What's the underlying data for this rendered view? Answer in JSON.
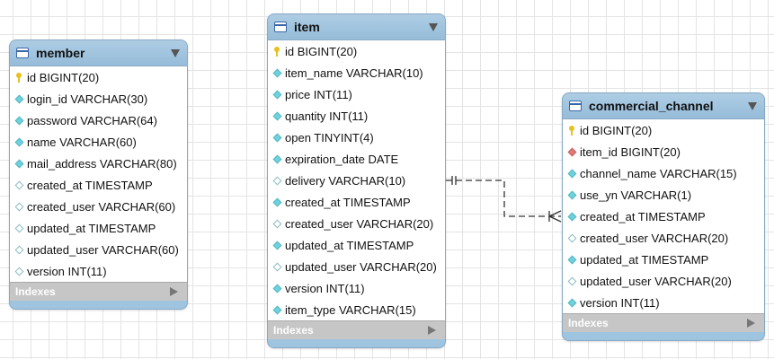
{
  "tables": {
    "member": {
      "name": "member",
      "footer": "Indexes",
      "columns": [
        {
          "text": "id BIGINT(20)",
          "icon": "primary-key-icon"
        },
        {
          "text": "login_id VARCHAR(30)",
          "icon": "not-null-column-icon"
        },
        {
          "text": "password VARCHAR(64)",
          "icon": "not-null-column-icon"
        },
        {
          "text": "name VARCHAR(60)",
          "icon": "not-null-column-icon"
        },
        {
          "text": "mail_address VARCHAR(80)",
          "icon": "not-null-column-icon"
        },
        {
          "text": "created_at TIMESTAMP",
          "icon": "nullable-column-icon"
        },
        {
          "text": "created_user VARCHAR(60)",
          "icon": "nullable-column-icon"
        },
        {
          "text": "updated_at TIMESTAMP",
          "icon": "nullable-column-icon"
        },
        {
          "text": "updated_user VARCHAR(60)",
          "icon": "nullable-column-icon"
        },
        {
          "text": "version INT(11)",
          "icon": "nullable-column-icon"
        }
      ]
    },
    "item": {
      "name": "item",
      "footer": "Indexes",
      "columns": [
        {
          "text": "id BIGINT(20)",
          "icon": "primary-key-icon"
        },
        {
          "text": "item_name VARCHAR(10)",
          "icon": "not-null-column-icon"
        },
        {
          "text": "price INT(11)",
          "icon": "not-null-column-icon"
        },
        {
          "text": "quantity INT(11)",
          "icon": "not-null-column-icon"
        },
        {
          "text": "open TINYINT(4)",
          "icon": "not-null-column-icon"
        },
        {
          "text": "expiration_date DATE",
          "icon": "not-null-column-icon"
        },
        {
          "text": "delivery VARCHAR(10)",
          "icon": "nullable-column-icon"
        },
        {
          "text": "created_at TIMESTAMP",
          "icon": "not-null-column-icon"
        },
        {
          "text": "created_user VARCHAR(20)",
          "icon": "nullable-column-icon"
        },
        {
          "text": "updated_at TIMESTAMP",
          "icon": "not-null-column-icon"
        },
        {
          "text": "updated_user VARCHAR(20)",
          "icon": "nullable-column-icon"
        },
        {
          "text": "version INT(11)",
          "icon": "not-null-column-icon"
        },
        {
          "text": "item_type VARCHAR(15)",
          "icon": "not-null-column-icon"
        }
      ]
    },
    "commercial_channel": {
      "name": "commercial_channel",
      "footer": "Indexes",
      "columns": [
        {
          "text": "id BIGINT(20)",
          "icon": "primary-key-icon"
        },
        {
          "text": "item_id BIGINT(20)",
          "icon": "foreign-key-icon"
        },
        {
          "text": "channel_name VARCHAR(15)",
          "icon": "not-null-column-icon"
        },
        {
          "text": "use_yn VARCHAR(1)",
          "icon": "not-null-column-icon"
        },
        {
          "text": "created_at TIMESTAMP",
          "icon": "not-null-column-icon"
        },
        {
          "text": "created_user VARCHAR(20)",
          "icon": "nullable-column-icon"
        },
        {
          "text": "updated_at TIMESTAMP",
          "icon": "not-null-column-icon"
        },
        {
          "text": "updated_user VARCHAR(20)",
          "icon": "nullable-column-icon"
        },
        {
          "text": "version INT(11)",
          "icon": "not-null-column-icon"
        }
      ]
    }
  },
  "relationships": [
    {
      "from": "item",
      "to": "commercial_channel",
      "from_cardinality": "one-and-only-one",
      "to_cardinality": "zero-or-many",
      "style": "dashed"
    }
  ],
  "colors": {
    "header": "#9ec4e0",
    "footer": "#c6c6c6",
    "column_icon": "#6fd3dd",
    "primary_key": "#e8c020",
    "foreign_key": "#e07b78"
  }
}
